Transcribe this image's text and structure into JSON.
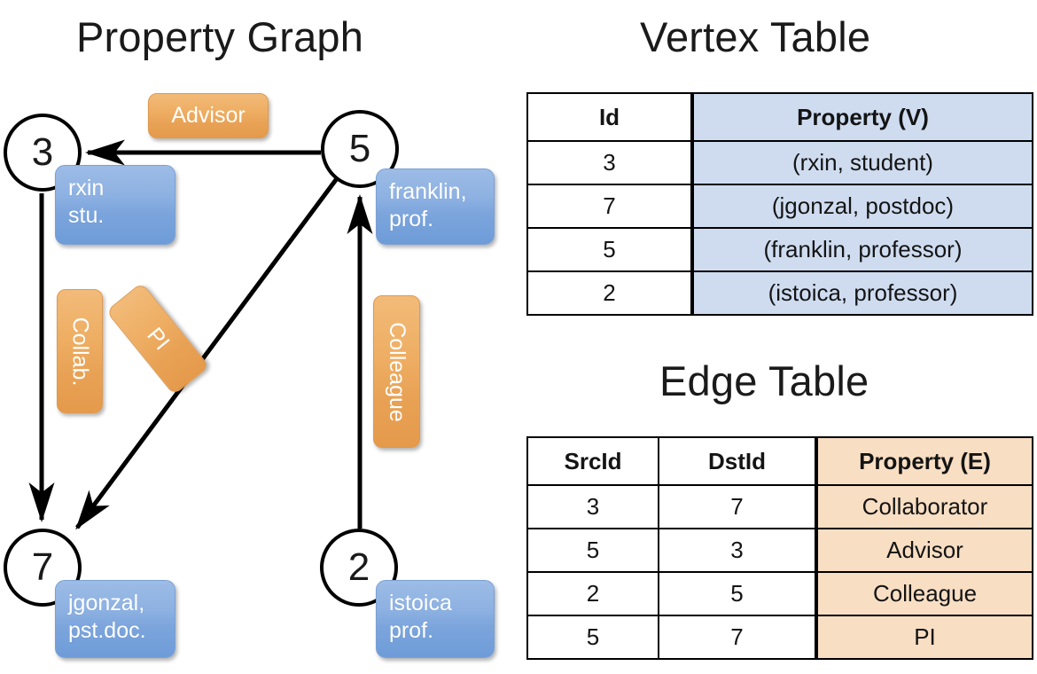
{
  "graph": {
    "title": "Property Graph",
    "nodes": [
      {
        "id": "3",
        "property_line1": "rxin",
        "property_line2": "stu."
      },
      {
        "id": "5",
        "property_line1": "franklin,",
        "property_line2": "prof."
      },
      {
        "id": "7",
        "property_line1": "jgonzal,",
        "property_line2": "pst.doc."
      },
      {
        "id": "2",
        "property_line1": "istoica",
        "property_line2": "prof."
      }
    ],
    "edge_labels": [
      {
        "name": "advisor-label",
        "text": "Advisor"
      },
      {
        "name": "collab-label",
        "text": "Collab."
      },
      {
        "name": "pi-label",
        "text": "PI"
      },
      {
        "name": "colleague-label",
        "text": "Colleague"
      }
    ],
    "edges": [
      {
        "src": "5",
        "dst": "3",
        "label": "Advisor"
      },
      {
        "src": "3",
        "dst": "7",
        "label": "Collab."
      },
      {
        "src": "5",
        "dst": "7",
        "label": "PI"
      },
      {
        "src": "2",
        "dst": "5",
        "label": "Colleague"
      }
    ]
  },
  "vertex_table": {
    "title": "Vertex Table",
    "headers": [
      "Id",
      "Property (V)"
    ],
    "rows": [
      {
        "id": "3",
        "property": "(rxin, student)"
      },
      {
        "id": "7",
        "property": "(jgonzal, postdoc)"
      },
      {
        "id": "5",
        "property": "(franklin, professor)"
      },
      {
        "id": "2",
        "property": "(istoica, professor)"
      }
    ]
  },
  "edge_table": {
    "title": "Edge Table",
    "headers": [
      "SrcId",
      "DstId",
      "Property (E)"
    ],
    "rows": [
      {
        "src": "3",
        "dst": "7",
        "property": "Collaborator"
      },
      {
        "src": "5",
        "dst": "3",
        "property": "Advisor"
      },
      {
        "src": "2",
        "dst": "5",
        "property": "Colleague"
      },
      {
        "src": "5",
        "dst": "7",
        "property": "PI"
      }
    ]
  },
  "colors": {
    "vertex_table_fill": "#cfdcf0",
    "edge_table_fill": "#f8dec3",
    "node_property_box": "#8db1e2",
    "edge_label_box": "#eeae63",
    "stroke": "#000000",
    "background": "#ffffff"
  }
}
